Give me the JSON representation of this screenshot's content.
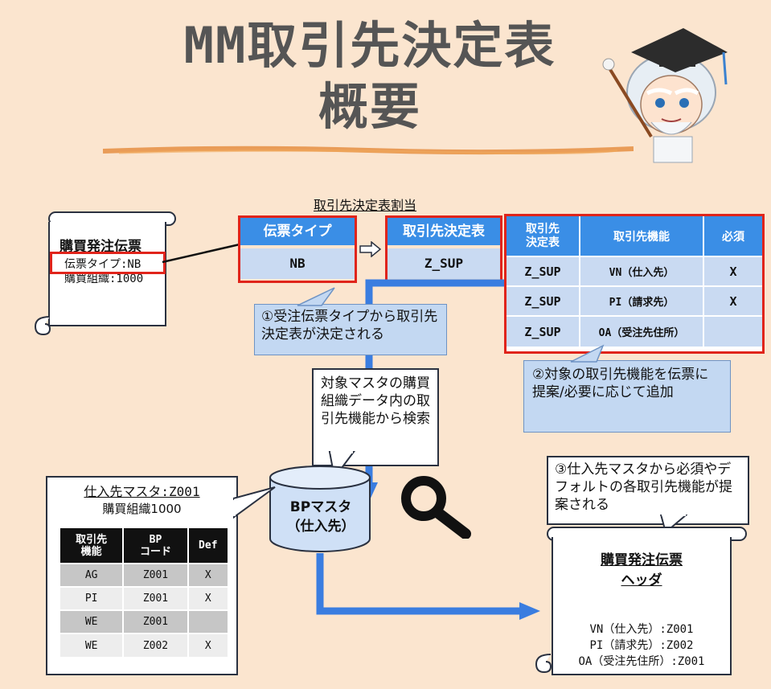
{
  "title": {
    "line1": "MM取引先決定表",
    "line2": "概要"
  },
  "left_doc": {
    "title": "購買発注伝票",
    "field1": "伝票タイプ:NB",
    "field2": "購買組織:1000"
  },
  "assign": {
    "caption": "取引先決定表割当",
    "doc_type_header": "伝票タイプ",
    "doc_type_value": "NB",
    "proc_header": "取引先決定表",
    "proc_value": "Z_SUP"
  },
  "partner_table": {
    "headers": [
      "取引先\n決定表",
      "取引先機能",
      "必須"
    ],
    "rows": [
      [
        "Z_SUP",
        "VN（仕入先）",
        "X"
      ],
      [
        "Z_SUP",
        "PI（請求先）",
        "X"
      ],
      [
        "Z_SUP",
        "OA（受注先住所）",
        ""
      ]
    ]
  },
  "callout1": "①受注伝票タイプから取引先決定表が決定される",
  "callout2": "②対象の取引先機能を伝票に提案/必要に応じて追加",
  "callout3": "③仕入先マスタから必須やデフォルトの各取引先機能が提案される",
  "search_callout": "対象マスタの購買組織データ内の取引先機能から検索",
  "bp": {
    "line1": "BPマスタ",
    "line2": "（仕入先）"
  },
  "vendor": {
    "title": "仕入先マスタ:Z001",
    "subtitle": "購買組織1000",
    "headers": [
      "取引先\n機能",
      "BP\nコード",
      "Def"
    ],
    "rows": [
      [
        "AG",
        "Z001",
        "X"
      ],
      [
        "PI",
        "Z001",
        "X"
      ],
      [
        "WE",
        "Z001",
        ""
      ],
      [
        "WE",
        "Z002",
        "X"
      ]
    ]
  },
  "header_doc": {
    "title1": "購買発注伝票",
    "title2": "ヘッダ",
    "line1": "VN（仕入先）:Z001",
    "line2": "PI（請求先）:Z002",
    "line3": "OA（受注先住所）:Z001"
  },
  "colors": {
    "background": "#fbe5cf",
    "accent": "#3a8ee6",
    "red": "#e0241b",
    "arrow": "#3a7de0"
  }
}
